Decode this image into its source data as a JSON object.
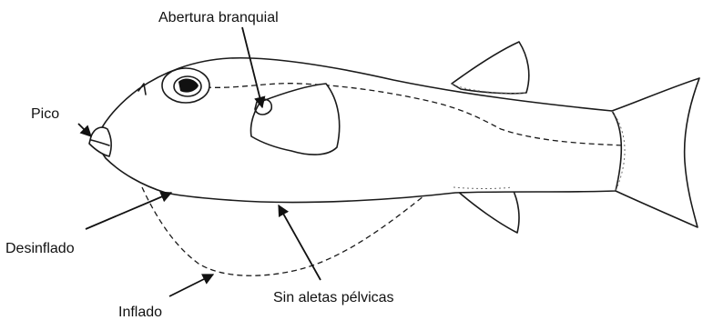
{
  "labels": {
    "gill_opening": "Abertura branquial",
    "beak": "Pico",
    "deflated": "Desinflado",
    "inflated": "Inflado",
    "no_pelvic_fins": "Sin aletas pélvicas"
  }
}
